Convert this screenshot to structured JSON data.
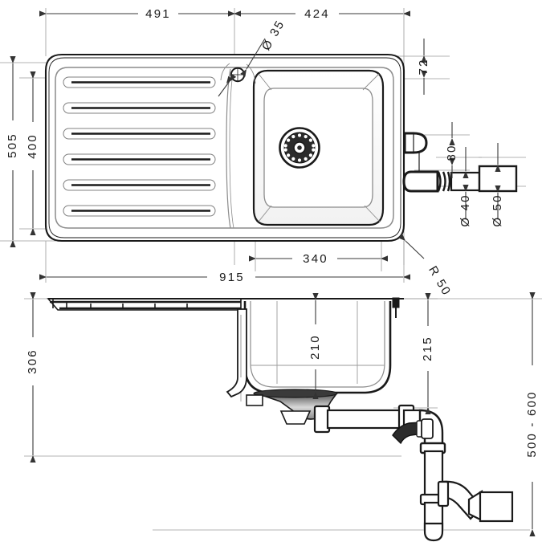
{
  "drawing": {
    "title": "Kitchen sink with drainboard - dimensioned technical drawing",
    "units": "mm",
    "line_color": "#1a1a1a",
    "dimension_color": "#4d4d4d",
    "thin_line_color": "#808080",
    "views": [
      {
        "name": "top-view",
        "label": "Top view (plan)"
      },
      {
        "name": "side-view",
        "label": "Side view (section with trap)"
      }
    ]
  },
  "dimensions": {
    "top_view": {
      "drainboard_width": "491",
      "bowl_zone_width": "424",
      "tap_hole_diameter": "Ø 35",
      "rear_ledge_depth": "72",
      "overall_depth": "505",
      "inner_depth": "400",
      "bowl_width": "340",
      "overall_width": "915",
      "corner_radius": "R 50",
      "waste_outlet_offset": "80",
      "waste_pipe_diameter": "Ø 40",
      "drain_pipe_diameter": "Ø 50"
    },
    "side_view": {
      "total_height": "306",
      "bowl_depth": "210",
      "bowl_outer_height": "215",
      "floor_to_outlet_range": "500 - 600"
    }
  },
  "features": {
    "drainboard_grooves_count": 6,
    "tap_hole": "tap-hole",
    "waste_strainer": "waste-strainer-grid",
    "trap": "bottle-trap",
    "appliance_connector": "appliance-connection-nozzle"
  }
}
